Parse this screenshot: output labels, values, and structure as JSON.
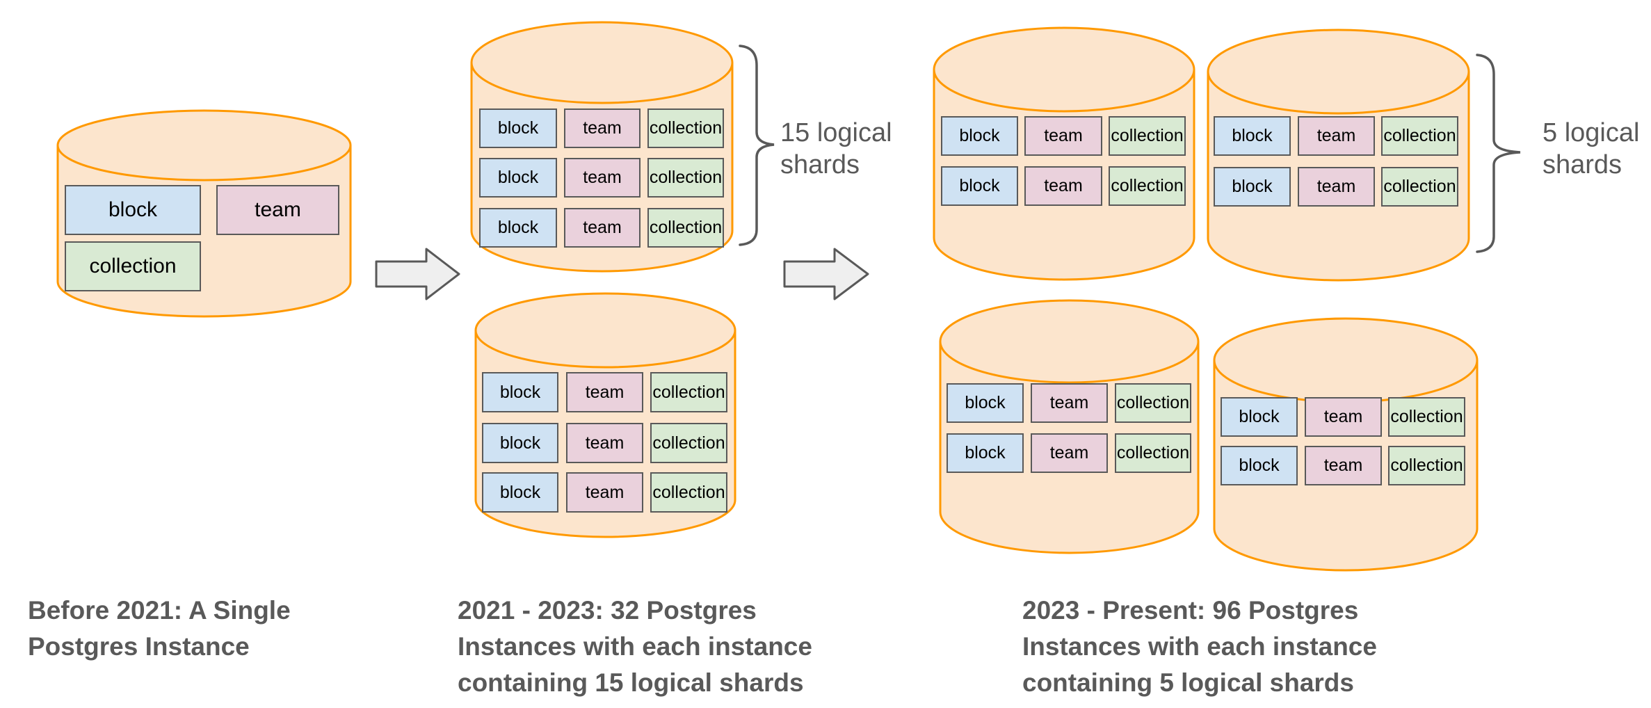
{
  "diagram": {
    "shard_tables": [
      "block",
      "team",
      "collection"
    ],
    "stages": [
      {
        "id": "before-2021",
        "caption_lines": [
          "Before 2021: A Single",
          "Postgres Instance"
        ],
        "instances_shown": 1
      },
      {
        "id": "2021-2023",
        "caption_lines": [
          "2021 - 2023: 32 Postgres",
          "Instances with each instance",
          "containing 15 logical shards"
        ],
        "brace_label_lines": [
          "15 logical",
          "shards"
        ],
        "instances_shown": 2,
        "shard_rows_per_instance": 3
      },
      {
        "id": "2023-present",
        "caption_lines": [
          "2023 - Present: 96 Postgres",
          "Instances with each instance",
          "containing 5 logical shards"
        ],
        "brace_label_lines": [
          "5 logical",
          "shards"
        ],
        "instances_shown": 4,
        "shard_rows_per_instance": 2
      }
    ],
    "colors": {
      "cylinder_fill": "#fce5cd",
      "cylinder_stroke": "#ff9900",
      "table_block_fill": "#cfe2f3",
      "table_team_fill": "#ead1dc",
      "table_collection_fill": "#d9ead3",
      "table_border": "#595959",
      "table_text": "#000000",
      "arrow_fill": "#efefef",
      "arrow_stroke": "#595959",
      "brace_color": "#595959",
      "caption_color": "#595959",
      "label_color": "#595959"
    }
  }
}
